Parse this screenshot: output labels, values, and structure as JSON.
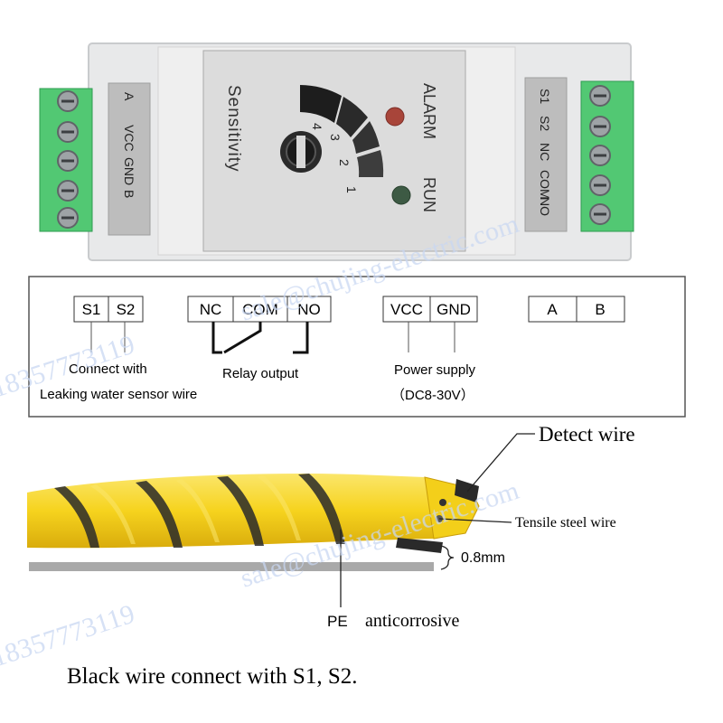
{
  "device": {
    "left_terminal_labels": [
      "A",
      "VCC",
      "GND",
      "B"
    ],
    "right_terminal_labels": [
      "S1",
      "S2",
      "NC",
      "COM",
      "NO"
    ],
    "sensitivity_label": "Sensitivity",
    "dial_numbers": [
      "4",
      "3",
      "2",
      "1"
    ],
    "alarm_label": "ALARM",
    "run_label": "RUN"
  },
  "wiring": {
    "sensor_terminals": [
      "S1",
      "S2"
    ],
    "sensor_caption_line1": "Connect with",
    "sensor_caption_line2": "Leaking water sensor wire",
    "relay_terminals": [
      "NC",
      "COM",
      "NO"
    ],
    "relay_caption": "Relay output",
    "power_terminals": [
      "VCC",
      "GND"
    ],
    "power_caption_line1": "Power supply",
    "power_caption_line2": "（DC8-30V）",
    "comm_terminals": [
      "A",
      "B"
    ]
  },
  "cable": {
    "detect_wire_label": "Detect wire",
    "tensile_label": "Tensile steel wire",
    "thickness_label": "0.8mm",
    "pe_label": "PE",
    "anticorrosive_label": "anticorrosive"
  },
  "footer": {
    "note": "Black wire connect with S1, S2."
  },
  "watermark": {
    "phone": "18357773119",
    "email": "sale@chujing-electric.com"
  },
  "colors": {
    "terminal_green": "#52c873",
    "wire_yellow": "#f6d31e",
    "wire_black": "#2a2a2a",
    "watermark_blue": "#c9d7f2"
  }
}
